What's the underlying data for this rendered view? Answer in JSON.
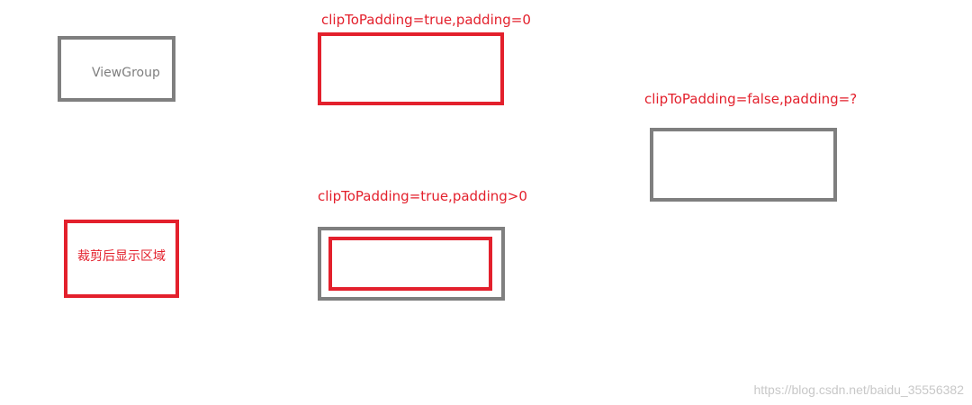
{
  "legend": {
    "viewgroup_label": "ViewGroup",
    "clip_area_label": "裁剪后显示区域"
  },
  "examples": {
    "true_zero_label": "clipToPadding=true,padding=0",
    "true_positive_label": "clipToPadding=true,padding>0",
    "false_label": "clipToPadding=false,padding=?"
  },
  "watermark": "https://blog.csdn.net/baidu_35556382",
  "colors": {
    "viewgroup_border": "#7f7f7f",
    "clip_border": "#e3202c",
    "label_text": "#e3202c"
  }
}
